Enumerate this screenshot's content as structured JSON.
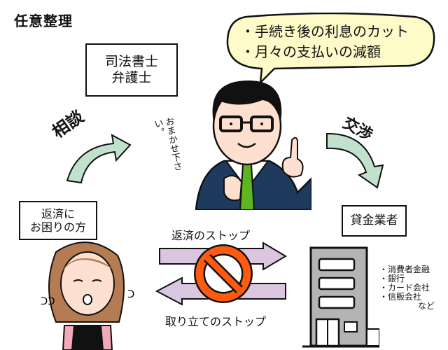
{
  "title": "任意整理",
  "lawyer_box": {
    "line1": "司法書士",
    "line2": "弁護士"
  },
  "speech_bubble": {
    "items": [
      "・手続き後の利息のカット",
      "・月々の支払いの減額"
    ],
    "fill": "#fefbc9"
  },
  "lawyer_speech": "おまかせ下さい。",
  "flow_labels": {
    "consult": "相談",
    "negotiate": "交渉"
  },
  "debtor_box": {
    "line1": "返済に",
    "line2": "お困りの方"
  },
  "lender_box": {
    "label": "貸金業者"
  },
  "lender_types": [
    "・消費者金融",
    "・銀行",
    "・カード会社",
    "・信販会社",
    "など"
  ],
  "stop_arrows": {
    "top_label": "返済のストップ",
    "bottom_label": "取り立てのストップ"
  },
  "colors": {
    "curved_arrow_fill": "#c0e2cd",
    "stop_arrow_fill": "#dac6de",
    "prohibit_sign": "#fe5a10",
    "suit": "#1f3a5f",
    "tie": "#5fb51f",
    "hair_woman": "#b57b53",
    "building": "#b4b4b4"
  }
}
